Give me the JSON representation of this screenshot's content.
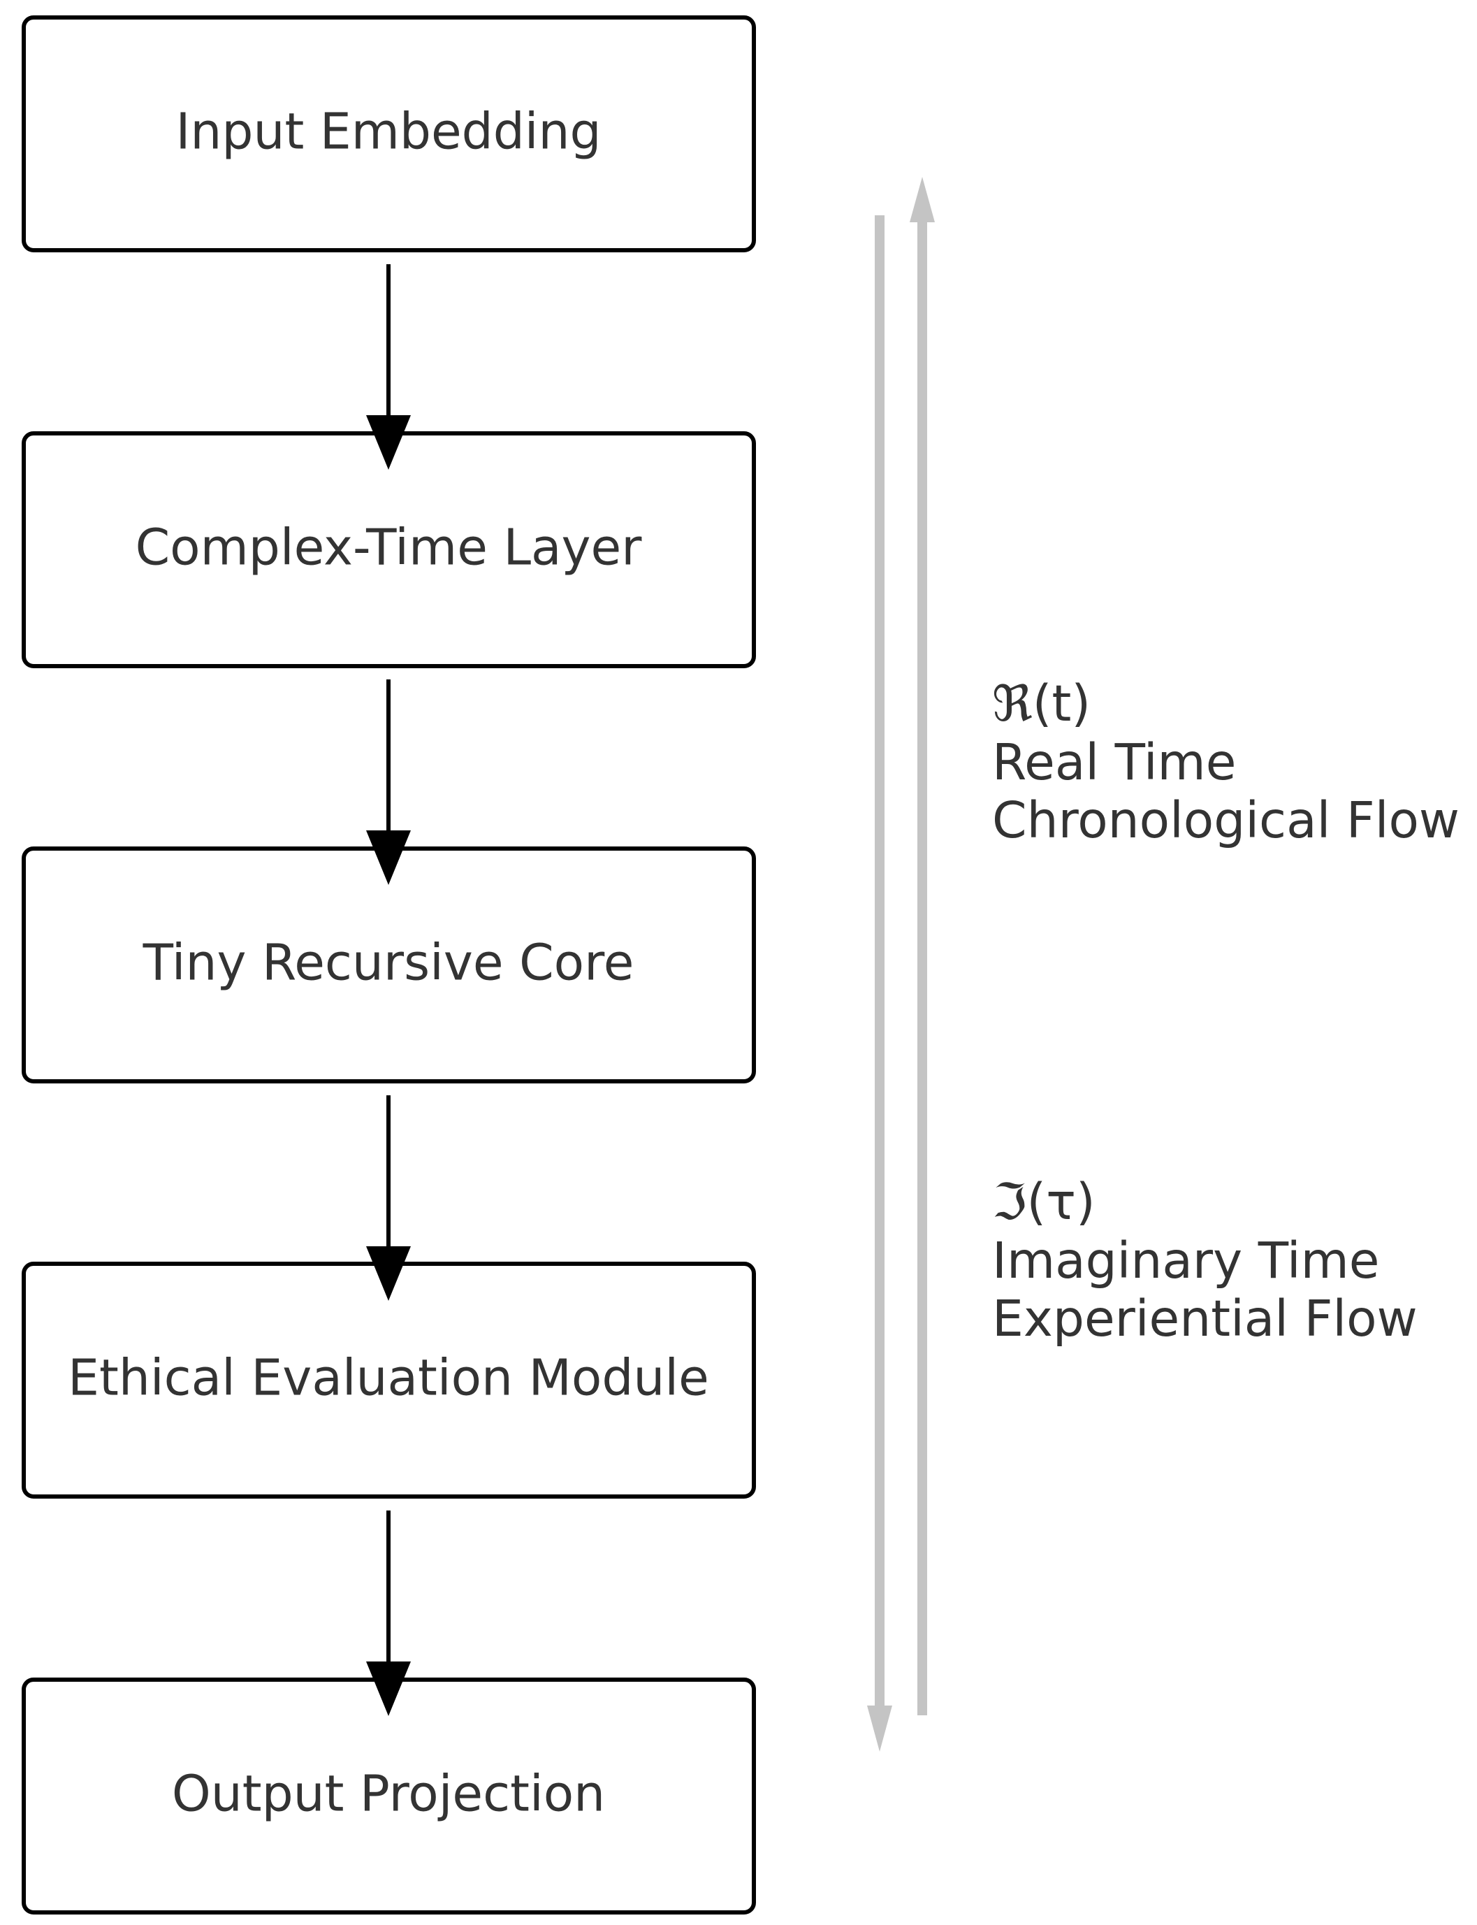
{
  "blocks": [
    {
      "label": "Input Embedding"
    },
    {
      "label": "Complex-Time Layer"
    },
    {
      "label": "Tiny Recursive Core"
    },
    {
      "label": "Ethical Evaluation Module"
    },
    {
      "label": "Output Projection"
    }
  ],
  "real_time": {
    "symbol": "ℜ(t)",
    "name": "Real Time",
    "description": "Chronological Flow"
  },
  "imaginary_time": {
    "symbol": "ℑ(τ)",
    "name": "Imaginary Time",
    "description": "Experiential Flow"
  },
  "colors": {
    "box_border": "#000000",
    "text": "#333333",
    "flow_arrow": "#000000",
    "time_arrow": "#c4c4c4"
  }
}
